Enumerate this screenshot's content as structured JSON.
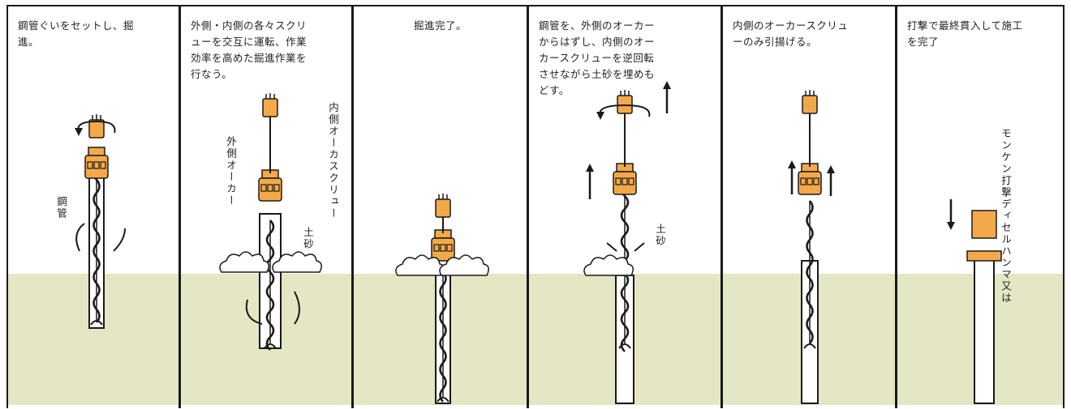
{
  "colors": {
    "ground": "#e4e6c4",
    "sky": "#ffffff",
    "machine": "#f3a94a",
    "outline": "#1a1a1a"
  },
  "panels": [
    {
      "caption": "鋼管ぐいをセットし、掘\n進。",
      "labels": {
        "pipe": "鋼管"
      }
    },
    {
      "caption": "外側・内側の各々スクリ\nューを交互に運転、作業\n効率を高めた掘進作業を\n行なう。",
      "labels": {
        "outer_auger": "外側オーカー",
        "inner_screw": "内側オーカスクリュー",
        "soil": "土砂"
      }
    },
    {
      "caption": "掘進完了。",
      "labels": {}
    },
    {
      "caption": "鋼管を、外側のオーカー\nからはずし、内側のオー\nカースクリューを逆回転\nさせながら土砂を埋めも\nどす。",
      "labels": {
        "soil": "土砂"
      }
    },
    {
      "caption": "内側のオーカースクリュ\nーのみ引揚げる。",
      "labels": {}
    },
    {
      "caption": "打撃で最終貫入して施工\nを完了",
      "labels": {
        "hammer": "モンケン打撃ディセルハンマ又は"
      }
    }
  ]
}
